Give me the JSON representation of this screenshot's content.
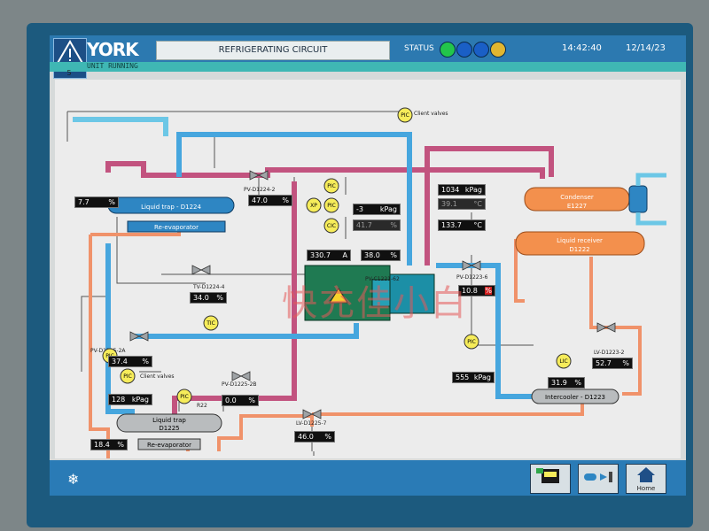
{
  "header": {
    "brand": "YORK",
    "page_number": "5",
    "title": "REFRIGERATING CIRCUIT",
    "status_label": "STATUS",
    "status_lights": [
      {
        "name": "status-light-1",
        "color": "#22c54b"
      },
      {
        "name": "status-light-2",
        "color": "#1a5fc6"
      },
      {
        "name": "status-light-3",
        "color": "#1a5fc6"
      },
      {
        "name": "status-light-4",
        "color": "#e1b630"
      }
    ],
    "time": "14:42:40",
    "date": "12/14/23",
    "substatus": "UNIT RUNNING"
  },
  "colors": {
    "suction": "#46a6de",
    "discharge": "#c2537f",
    "liquid": "#f0926a",
    "orange_vessel": "#f3904d",
    "blue_vessel": "#2e86c3",
    "grey_vessel": "#b9bcbe"
  },
  "equipment": {
    "liquid_trap_top": "Liquid trap - D1224",
    "re_evaporator_top": "Re-evaporator",
    "condenser_line1": "Condenser",
    "condenser_line2": "E1227",
    "liquid_receiver_line1": "Liquid receiver",
    "liquid_receiver_line2": "D1222",
    "liquid_trap_bottom_line1": "Liquid trap",
    "liquid_trap_bottom_line2": "D1225",
    "re_evaporator_bottom": "Re-evaporator",
    "intercooler": "Intercooler - D1223"
  },
  "tags": {
    "pv_d1224_2": "PV-D1224-2",
    "tv_d1224_4": "TV-D1224-4",
    "pv_c1221_62": "PV-C1221-62",
    "pv_d1223_6": "PV-D1223-6",
    "pv_d1225_2a": "PV-D1225-2A",
    "pv_d1225_2b": "PV-D1225-2B",
    "r22": "R22",
    "lv_d1225_7": "LV-D1225-7",
    "lv_d1223_2": "LV-D1223-2"
  },
  "client_valves_top": "Client valves",
  "client_valves_mid": "Client valves",
  "instruments": {
    "pic": "PIC",
    "xp": "XP",
    "cic": "CIC",
    "tic": "TIC",
    "lic": "LIC"
  },
  "readouts": {
    "level_d1224": {
      "value": "7.7",
      "unit": "%"
    },
    "pv_d1224_2": {
      "value": "47.0",
      "unit": "%"
    },
    "pressure_a": {
      "value": "-3",
      "unit": "kPag"
    },
    "pressure_a_sp": {
      "value": "41.7",
      "unit": "%"
    },
    "motor_current": {
      "value": "330.7",
      "unit": "A"
    },
    "motor_pct": {
      "value": "38.0",
      "unit": "%"
    },
    "discharge_pressure": {
      "value": "1034",
      "unit": "kPag"
    },
    "discharge_temp_sp": {
      "value": "39.1",
      "unit": "°C"
    },
    "discharge_temp": {
      "value": "133.7",
      "unit": "°C"
    },
    "tv_d1224_4": {
      "value": "34.0",
      "unit": "%"
    },
    "pv_d1223_6": {
      "value": "10.8",
      "unit": "%"
    },
    "pv_d1225_2a": {
      "value": "37.4",
      "unit": "%"
    },
    "client_pressure": {
      "value": "128",
      "unit": "kPag"
    },
    "pv_d1225_2b": {
      "value": "0.0",
      "unit": "%"
    },
    "intercooler_pressure": {
      "value": "555",
      "unit": "kPag"
    },
    "lv_d1223_2": {
      "value": "52.7",
      "unit": "%"
    },
    "level_d1223": {
      "value": "31.9",
      "unit": "%"
    },
    "level_d1225": {
      "value": "18.4",
      "unit": "%"
    },
    "lv_d1225_7": {
      "value": "46.0",
      "unit": "%"
    }
  },
  "bottom_nav": {
    "snow_icon": "snowflake-icon",
    "btn1_icon": "panel-icon",
    "btn2_icon": "flow-icon",
    "home_label": "Home"
  },
  "watermark": "快充佳小白"
}
